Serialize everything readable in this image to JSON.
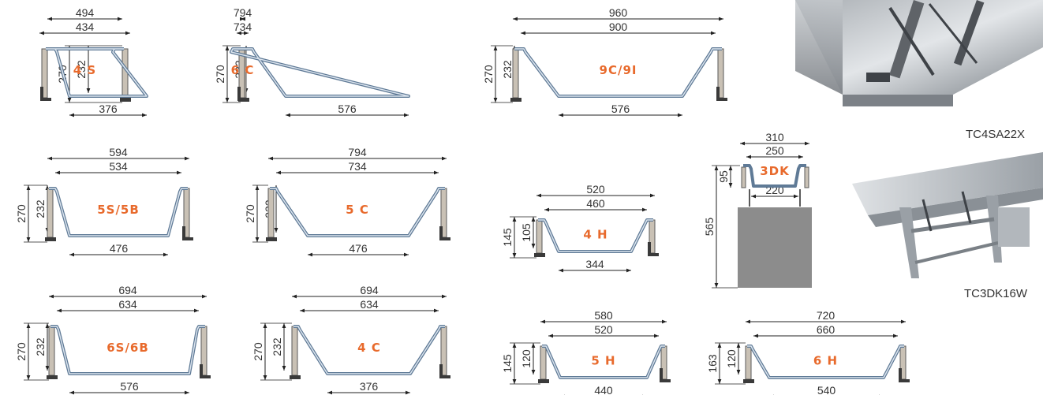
{
  "colors": {
    "label": "#e86a2c",
    "dim_line": "#222222",
    "trough_stroke": "#5f7a96",
    "trough_fill": "#dbe4ee",
    "post_fill": "#c9c1b5",
    "post_stroke": "#5a5a5a",
    "foot_fill": "#3a3a3a",
    "box_fill": "#8c8c8c",
    "steel_light": "#d7dadd",
    "steel_mid": "#a9aeb3",
    "steel_dark": "#6c7177"
  },
  "diagrams": [
    {
      "id": "4s",
      "label": "4 S",
      "outer_width": "494",
      "inner_width": "434",
      "bottom_width": "376",
      "total_height": "270",
      "wall_height": "232"
    },
    {
      "id": "6c",
      "label": "6 C",
      "outer_width": "794",
      "inner_width": "734",
      "bottom_width": "576",
      "total_height": "270",
      "wall_height": "232"
    },
    {
      "id": "9c",
      "label": "9C/9I",
      "outer_width": "960",
      "inner_width": "900",
      "bottom_width": "576",
      "total_height": "270",
      "wall_height": "232"
    },
    {
      "id": "5s",
      "label": "5S/5B",
      "outer_width": "594",
      "inner_width": "534",
      "bottom_width": "476",
      "total_height": "270",
      "wall_height": "232"
    },
    {
      "id": "5c",
      "label": "5 C",
      "outer_width": "794",
      "inner_width": "734",
      "bottom_width": "476",
      "total_height": "270",
      "wall_height": "232"
    },
    {
      "id": "4h",
      "label": "4 H",
      "outer_width": "520",
      "inner_width": "460",
      "bottom_width": "344",
      "total_height": "145",
      "wall_height": "105"
    },
    {
      "id": "6s",
      "label": "6S/6B",
      "outer_width": "694",
      "inner_width": "634",
      "bottom_width": "576",
      "total_height": "270",
      "wall_height": "232"
    },
    {
      "id": "4c",
      "label": "4 C",
      "outer_width": "694",
      "inner_width": "634",
      "bottom_width": "376",
      "total_height": "270",
      "wall_height": "232"
    },
    {
      "id": "5h",
      "label": "5 H",
      "outer_width": "580",
      "inner_width": "520",
      "bottom_width": "440",
      "total_height": "145",
      "wall_height": "120"
    },
    {
      "id": "6h",
      "label": "6 H",
      "outer_width": "720",
      "inner_width": "660",
      "bottom_width": "540",
      "total_height": "163",
      "wall_height": "120"
    }
  ],
  "dk": {
    "label": "3DK",
    "outer_width": "310",
    "inner_width": "250",
    "bottom_width": "220",
    "wall_height": "95",
    "total_height": "565"
  },
  "photos": [
    {
      "id": "tc4sa",
      "caption": "TC4SA22X"
    },
    {
      "id": "tc3dk",
      "caption": "TC3DK16W"
    }
  ]
}
